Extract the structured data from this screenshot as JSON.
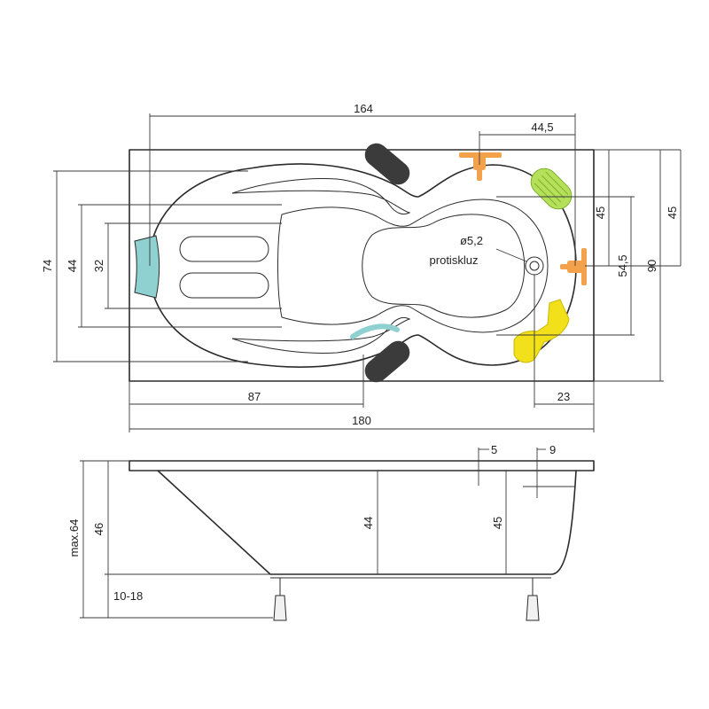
{
  "colors": {
    "line": "#2b2b2b",
    "headrest": "#8fd0d0",
    "grip": "#b5e15a",
    "faucet": "#f3a24b",
    "foot_grip": "#f2e11a",
    "pillow": "#3b3b3b"
  },
  "icons": [
    "headrest-icon",
    "grip-icon",
    "faucet-icon",
    "foot-grip-icon",
    "pillow-icon",
    "drain-icon"
  ],
  "top_view": {
    "dimensions": {
      "inner_length": "164",
      "tap_offset": "44,5",
      "total_width": "74",
      "inner_width": "44",
      "seat_width": "32",
      "right_45_a": "45",
      "right_45_b": "45",
      "right_545": "54,5",
      "right_90": "90",
      "drain_offset": "87",
      "right_23": "23",
      "total_length": "180"
    },
    "labels": {
      "drain_diameter": "ø5,2",
      "antislip": "protiskluz"
    }
  },
  "side_view": {
    "dimensions": {
      "max_height": "max.64",
      "tub_height": "46",
      "leg_range": "10-18",
      "depth_a": "44",
      "depth_b": "45",
      "rim_a": "5",
      "rim_b": "9"
    }
  }
}
